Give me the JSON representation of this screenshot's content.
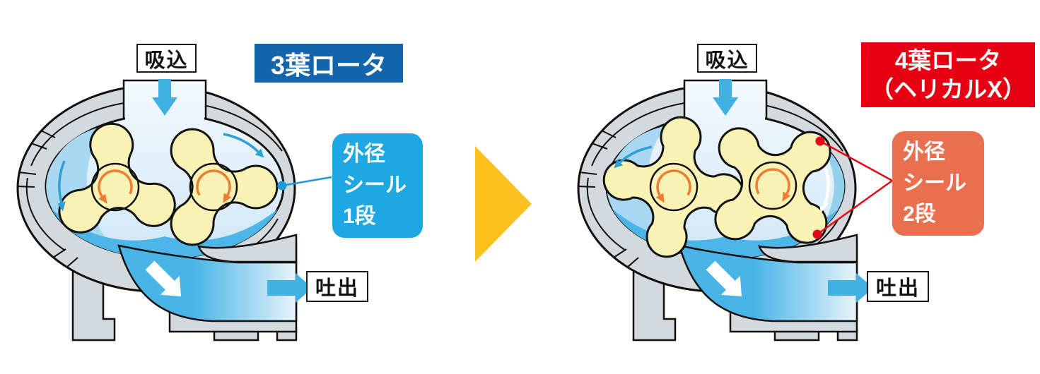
{
  "left_pump": {
    "header": "3葉ロータ",
    "suction_label": "吸込",
    "discharge_label": "吐出",
    "seal_callout": {
      "lines": [
        "外径",
        "シール",
        "1段"
      ]
    }
  },
  "right_pump": {
    "header_lines": [
      "4葉ロータ",
      "（ヘリカルX）"
    ],
    "suction_label": "吸込",
    "discharge_label": "吐出",
    "seal_callout": {
      "lines": [
        "外径",
        "シール",
        "2段"
      ]
    }
  },
  "icons": {
    "transition_arrow": "right-pointing-triangle",
    "rotation_left_rotor": "counterclockwise-arrow",
    "rotation_right_rotor": "clockwise-arrow",
    "intake_arrow": "down-arrow",
    "discharge_arrow": "right-arrow"
  },
  "colors": {
    "header_blue": "#1465ac",
    "alert_red": "#e60012",
    "callout_blue": "#1ea7e2",
    "callout_orange": "#e8704e",
    "flow_blue": "#41b1e4",
    "deep_flow_blue": "#4cb6e8",
    "crescent_blue": "#a9d9f2",
    "rotor_yellow": "#f8f2b4",
    "rotation_orange": "#ee7d31",
    "casing_gray": "#d3d9dd",
    "transition_yellow": "#fcc11f",
    "seal_dot_blue": "#1b9ad5",
    "seal_dot_red": "#e30617"
  }
}
